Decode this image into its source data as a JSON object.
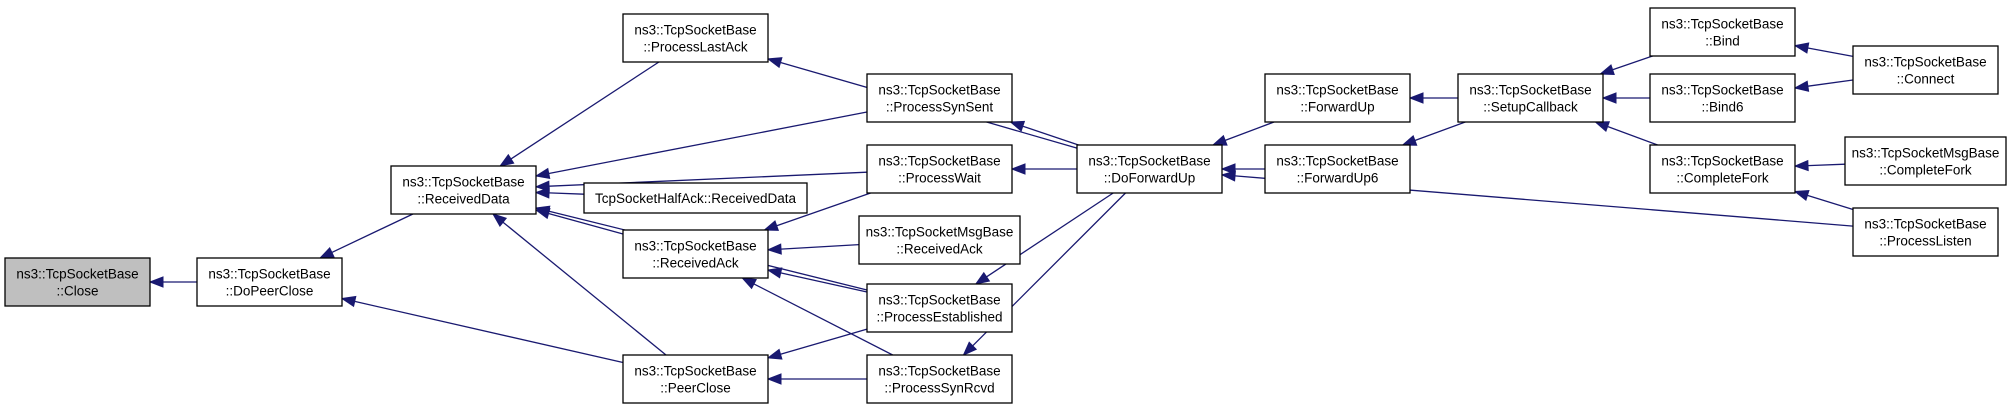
{
  "graph": {
    "nodes": [
      {
        "id": "close",
        "lines": [
          "ns3::TcpSocketBase",
          "::Close"
        ],
        "highlight": true
      },
      {
        "id": "dopeerclose",
        "lines": [
          "ns3::TcpSocketBase",
          "::DoPeerClose"
        ]
      },
      {
        "id": "receiveddata",
        "lines": [
          "ns3::TcpSocketBase",
          "::ReceivedData"
        ]
      },
      {
        "id": "processlastack",
        "lines": [
          "ns3::TcpSocketBase",
          "::ProcessLastAck"
        ]
      },
      {
        "id": "processsynsent",
        "lines": [
          "ns3::TcpSocketBase",
          "::ProcessSynSent"
        ]
      },
      {
        "id": "processwait",
        "lines": [
          "ns3::TcpSocketBase",
          "::ProcessWait"
        ]
      },
      {
        "id": "halfack",
        "lines": [
          "TcpSocketHalfAck::ReceivedData"
        ]
      },
      {
        "id": "receivedack",
        "lines": [
          "ns3::TcpSocketBase",
          "::ReceivedAck"
        ]
      },
      {
        "id": "msgreceivedack",
        "lines": [
          "ns3::TcpSocketMsgBase",
          "::ReceivedAck"
        ]
      },
      {
        "id": "processestablished",
        "lines": [
          "ns3::TcpSocketBase",
          "::ProcessEstablished"
        ]
      },
      {
        "id": "peerclose",
        "lines": [
          "ns3::TcpSocketBase",
          "::PeerClose"
        ]
      },
      {
        "id": "processsynrcvd",
        "lines": [
          "ns3::TcpSocketBase",
          "::ProcessSynRcvd"
        ]
      },
      {
        "id": "doforwardup",
        "lines": [
          "ns3::TcpSocketBase",
          "::DoForwardUp"
        ]
      },
      {
        "id": "forwardup",
        "lines": [
          "ns3::TcpSocketBase",
          "::ForwardUp"
        ]
      },
      {
        "id": "forwardup6",
        "lines": [
          "ns3::TcpSocketBase",
          "::ForwardUp6"
        ]
      },
      {
        "id": "setupcallback",
        "lines": [
          "ns3::TcpSocketBase",
          "::SetupCallback"
        ]
      },
      {
        "id": "bind",
        "lines": [
          "ns3::TcpSocketBase",
          "::Bind"
        ]
      },
      {
        "id": "bind6",
        "lines": [
          "ns3::TcpSocketBase",
          "::Bind6"
        ]
      },
      {
        "id": "completefork",
        "lines": [
          "ns3::TcpSocketBase",
          "::CompleteFork"
        ]
      },
      {
        "id": "connect",
        "lines": [
          "ns3::TcpSocketBase",
          "::Connect"
        ]
      },
      {
        "id": "msgcompletefork",
        "lines": [
          "ns3::TcpSocketMsgBase",
          "::CompleteFork"
        ]
      },
      {
        "id": "processlisten",
        "lines": [
          "ns3::TcpSocketBase",
          "::ProcessListen"
        ]
      }
    ],
    "edges": [
      {
        "from": "dopeerclose",
        "to": "close"
      },
      {
        "from": "receiveddata",
        "to": "dopeerclose"
      },
      {
        "from": "peerclose",
        "to": "dopeerclose"
      },
      {
        "from": "processlastack",
        "to": "receiveddata"
      },
      {
        "from": "processsynsent",
        "to": "receiveddata"
      },
      {
        "from": "processwait",
        "to": "receiveddata"
      },
      {
        "from": "halfack",
        "to": "receiveddata"
      },
      {
        "from": "receivedack",
        "to": "receiveddata"
      },
      {
        "from": "processestablished",
        "to": "receiveddata"
      },
      {
        "from": "peerclose",
        "to": "receiveddata"
      },
      {
        "from": "processwait",
        "to": "receivedack"
      },
      {
        "from": "msgreceivedack",
        "to": "receivedack"
      },
      {
        "from": "processestablished",
        "to": "receivedack"
      },
      {
        "from": "processsynrcvd",
        "to": "receivedack"
      },
      {
        "from": "processestablished",
        "to": "peerclose"
      },
      {
        "from": "processsynrcvd",
        "to": "peerclose"
      },
      {
        "from": "doforwardup",
        "to": "processlastack"
      },
      {
        "from": "doforwardup",
        "to": "processsynsent"
      },
      {
        "from": "doforwardup",
        "to": "processwait"
      },
      {
        "from": "doforwardup",
        "to": "processestablished"
      },
      {
        "from": "doforwardup",
        "to": "processsynrcvd"
      },
      {
        "from": "forwardup",
        "to": "doforwardup"
      },
      {
        "from": "forwardup6",
        "to": "doforwardup"
      },
      {
        "from": "processlisten",
        "to": "doforwardup"
      },
      {
        "from": "setupcallback",
        "to": "forwardup"
      },
      {
        "from": "setupcallback",
        "to": "forwardup6"
      },
      {
        "from": "bind",
        "to": "setupcallback"
      },
      {
        "from": "bind6",
        "to": "setupcallback"
      },
      {
        "from": "completefork",
        "to": "setupcallback"
      },
      {
        "from": "connect",
        "to": "bind"
      },
      {
        "from": "connect",
        "to": "bind6"
      },
      {
        "from": "msgcompletefork",
        "to": "completefork"
      },
      {
        "from": "processlisten",
        "to": "completefork"
      }
    ],
    "colors": {
      "edge": "#191970",
      "highlight_fill": "#bfbfbf",
      "box_stroke": "#000000"
    }
  }
}
